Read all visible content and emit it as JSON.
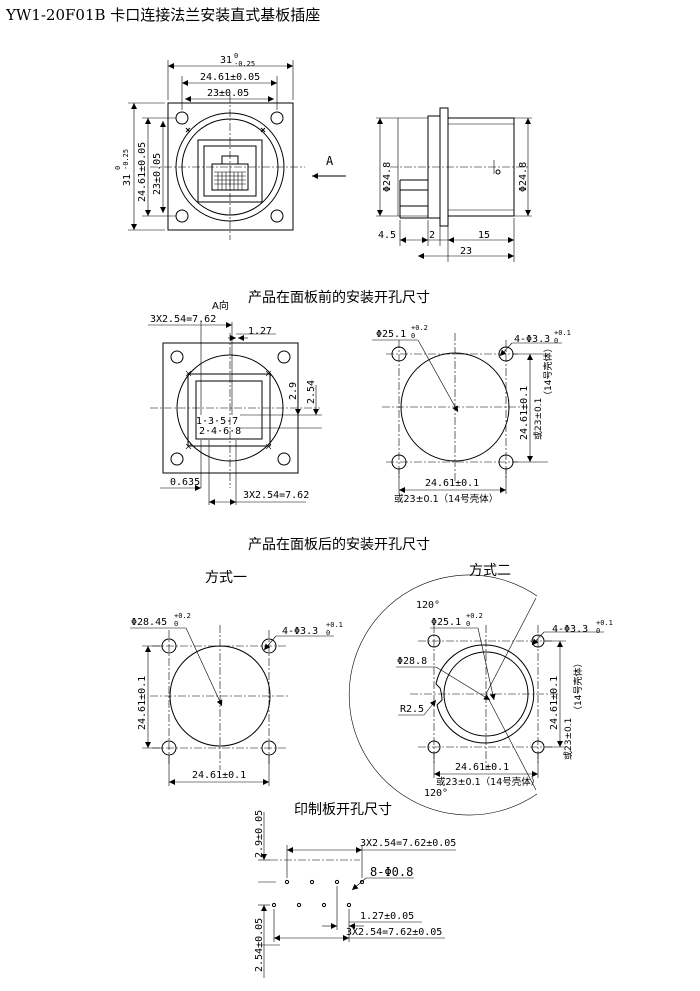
{
  "title": "YW1-20F01B 卡口连接法兰安装直式基板插座",
  "sections": {
    "front_panel": "产品在面板前的安装开孔尺寸",
    "rear_panel": "产品在面板后的安装开孔尺寸",
    "method_one": "方式一",
    "method_two": "方式二",
    "pcb": "印制板开孔尺寸"
  },
  "front_view": {
    "dim_31": "31",
    "dim_31_tol_top": "0",
    "dim_31_tol_bot": "-0.25",
    "dim_2461": "24.61±0.05",
    "dim_23": "23±0.05",
    "view_label": "A"
  },
  "side_view": {
    "dia_left": "Φ24.8",
    "dia_right": "Φ24.8",
    "d_45": "4.5",
    "d_2": "2",
    "d_15": "15",
    "d_23": "23"
  },
  "view_a": {
    "label": "A向",
    "pitch_top": "3X2.54=7.62",
    "d_127": "1.27",
    "d_29": "2.9",
    "d_254": "2.54",
    "pins_top": "1·3·5·7",
    "pins_bot": "2·4·6·8",
    "d_0635": "0.635",
    "pitch_bot": "3X2.54=7.62"
  },
  "front_cutout": {
    "dia": "Φ25.1",
    "dia_tol_top": "+0.2",
    "dia_tol_bot": "0",
    "holes": "4-Φ3.3",
    "holes_tol_top": "+0.1",
    "holes_tol_bot": "0",
    "v_dim": "24.61±0.1",
    "v_alt": "（14号壳体）",
    "v_alt2": "或23±0.1",
    "h_dim": "24.61±0.1",
    "h_alt": "或23±0.1（14号壳体）"
  },
  "method1": {
    "dia": "Φ28.45",
    "dia_tol_top": "+0.2",
    "dia_tol_bot": "0",
    "holes": "4-Φ3.3",
    "holes_tol_top": "+0.1",
    "holes_tol_bot": "0",
    "v_dim": "24.61±0.1",
    "h_dim": "24.61±0.1"
  },
  "method2": {
    "angle_top": "120°",
    "angle_bot": "120°",
    "dia": "Φ25.1",
    "dia_tol_top": "+0.2",
    "dia_tol_bot": "0",
    "holes": "4-Φ3.3",
    "holes_tol_top": "+0.1",
    "holes_tol_bot": "0",
    "d_288": "Φ28.8",
    "r25": "R2.5",
    "v_dim": "24.61±0.1",
    "v_alt": "（14号壳体）",
    "v_alt2": "或23±0.1",
    "h_dim": "24.61±0.1",
    "h_alt": "或23±0.1（14号壳体）"
  },
  "pcb_cutout": {
    "v_top": "2.9±0.05",
    "pitch_top": "3X2.54=7.62±0.05",
    "holes": "8-Φ0.8",
    "d_127": "1.27±0.05",
    "pitch_bot": "3X2.54=7.62±0.05",
    "v_bot": "2.54±0.05"
  }
}
